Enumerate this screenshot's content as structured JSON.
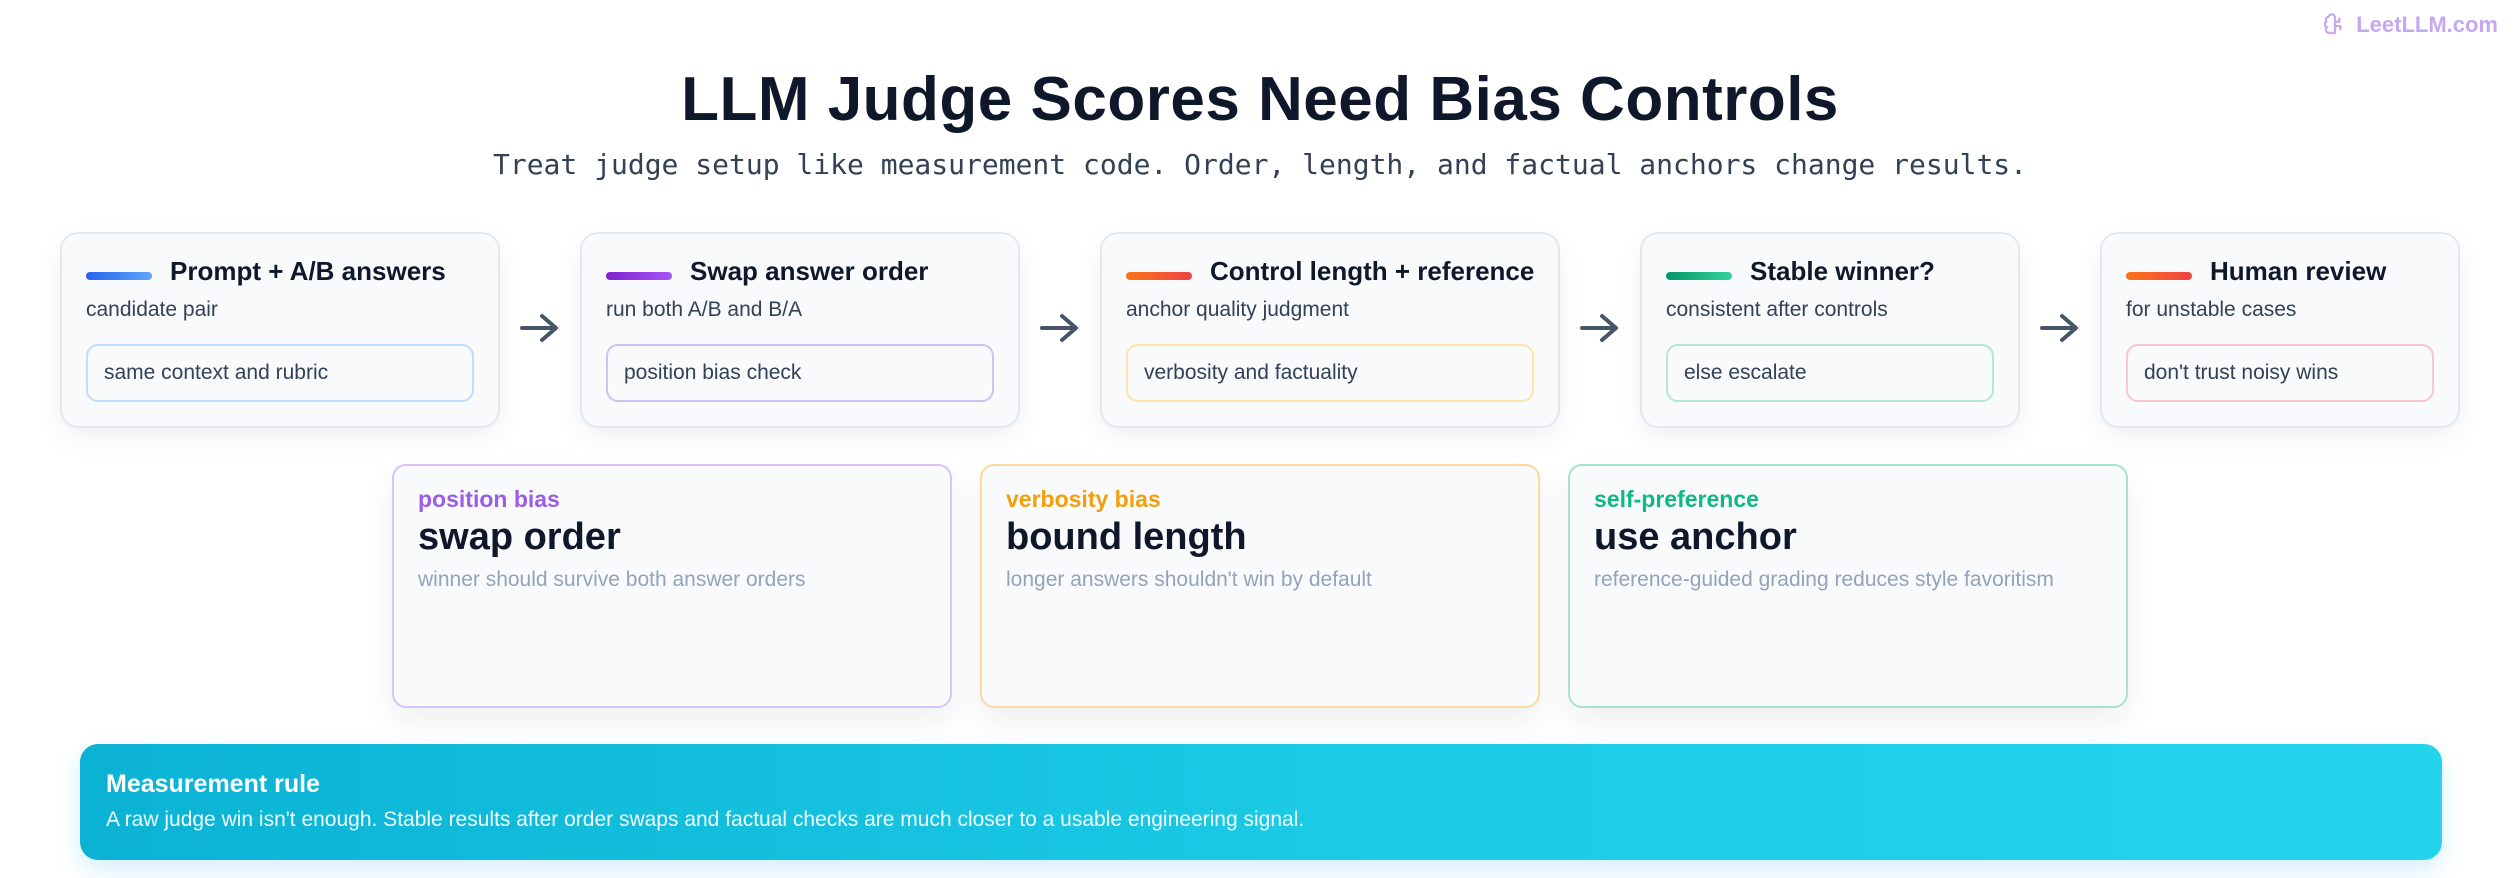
{
  "brand": {
    "name": "LeetLLM.com",
    "icon": "brain-icon",
    "color": "#c4a8f0"
  },
  "title": "LLM Judge Scores Need Bias Controls",
  "subtitle": "Treat judge setup like measurement code. Order, length, and factual anchors change results.",
  "steps": [
    {
      "title": "Prompt + A/B answers",
      "subtitle": "candidate pair",
      "chip": "same context and rubric",
      "bar_color": "#3b82f6",
      "chip_border": "#bfdbfe"
    },
    {
      "title": "Swap answer order",
      "subtitle": "run both A/B and B/A",
      "chip": "position bias check",
      "bar_color": "#9333ea",
      "chip_border": "#c7c5f5"
    },
    {
      "title": "Control length + reference",
      "subtitle": "anchor quality judgment",
      "chip": "verbosity and factuality",
      "bar_color": "#f97316",
      "chip_border": "#fde4a8"
    },
    {
      "title": "Stable winner?",
      "subtitle": "consistent after controls",
      "chip": "else escalate",
      "bar_color": "#10b981",
      "chip_border": "#b3e8d3"
    },
    {
      "title": "Human review",
      "subtitle": "for unstable cases",
      "chip": "don't trust noisy wins",
      "bar_color": "#f97316",
      "chip_border": "#fbc4cf"
    }
  ],
  "biases": [
    {
      "tag": "position bias",
      "title": "swap order",
      "desc": "winner should survive both answer orders",
      "color": "#9b5de5",
      "border": "#d8c4f7"
    },
    {
      "tag": "verbosity bias",
      "title": "bound length",
      "desc": "longer answers shouldn't win by default",
      "color": "#f59e0b",
      "border": "#fcd9a0"
    },
    {
      "tag": "self-preference",
      "title": "use anchor",
      "desc": "reference-guided grading reduces style favoritism",
      "color": "#10b981",
      "border": "#a7e4cb"
    }
  ],
  "rule": {
    "title": "Measurement rule",
    "text": "A raw judge win isn't enough. Stable results after order swaps and factual checks are much closer to a usable engineering signal."
  }
}
